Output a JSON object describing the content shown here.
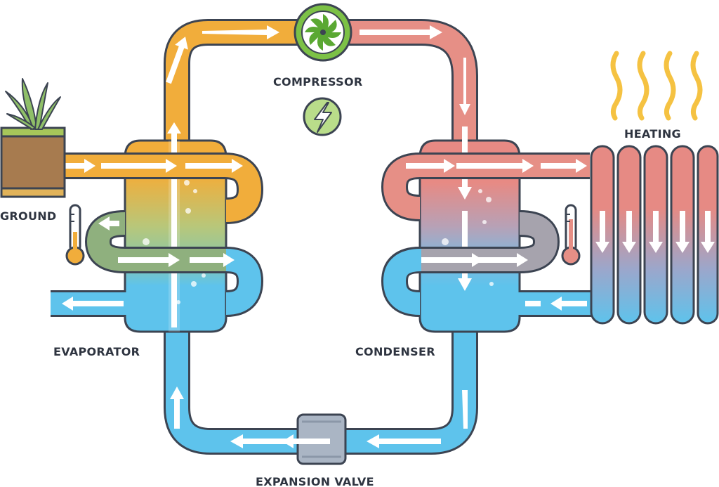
{
  "labels": {
    "compressor": "COMPRESSOR",
    "heating": "HEATING",
    "ground": "GROUND",
    "evaporator": "EVAPORATOR",
    "condenser": "CONDENSER",
    "expansion_valve": "EXPANSION VALVE"
  },
  "colors": {
    "outline": "#3c4452",
    "hot_pipe": "#e68f86",
    "warm_pipe": "#f1ad3b",
    "cold_pipe": "#5ec3ec",
    "mid_pipe": "#8fb07e",
    "return_pipe": "#a6a3ad",
    "compressor_green": "#7cc146",
    "valve_grey": "#aab5c4",
    "soil": "#a77b4f",
    "grass": "#a7c65a",
    "heat_waves": "#f5c242"
  },
  "icons": {
    "compressor": "fan-icon",
    "power": "lightning-icon",
    "ground_plant": "plant-icon",
    "thermometer_cold": "thermometer-icon",
    "thermometer_hot": "thermometer-icon",
    "heat": "heat-waves-icon",
    "radiator": "radiator-icon"
  }
}
